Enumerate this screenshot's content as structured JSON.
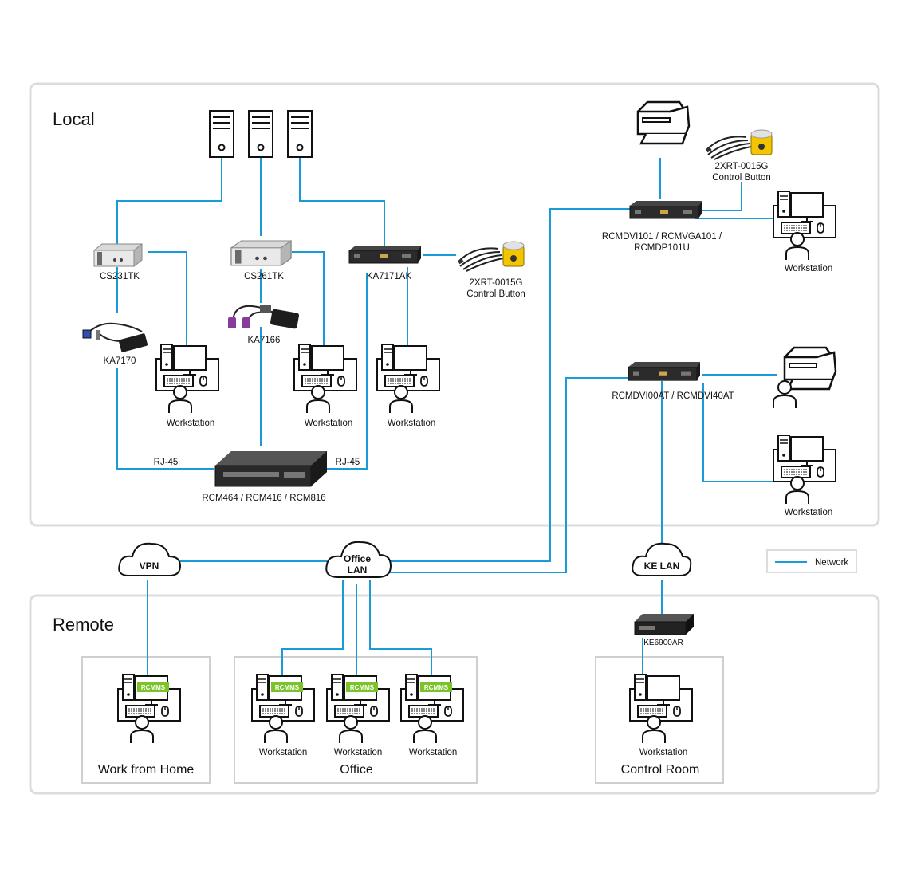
{
  "colors": {
    "network": "#1a9bd7",
    "panel_border": "#dcdcdc",
    "badge": "#7cc22a",
    "device_dark": "#2a2a2a",
    "device_silver": "#c8c8c8",
    "button_yellow": "#f2c500"
  },
  "sections": {
    "local": "Local",
    "remote": "Remote"
  },
  "devices": {
    "cs231tk": "CS231TK",
    "cs261tk": "CS261TK",
    "ka7171ak": "KA7171AK",
    "ka7170": "KA7170",
    "ka7166": "KA7166",
    "control_button_local": [
      "2XRT-0015G",
      "Control Button"
    ],
    "control_button_top": [
      "2XRT-0015G",
      "Control Button"
    ],
    "rcmdvi101": [
      "RCMDVI101 / RCMVGA101 /",
      "RCMDP101U"
    ],
    "rcmdvi00at": "RCMDVI00AT / RCMDVI40AT",
    "rcm464": "RCM464 / RCM416 / RCM816",
    "ke6900ar": "KE6900AR"
  },
  "links": {
    "rj45_left": "RJ-45",
    "rj45_right": "RJ-45"
  },
  "workstation_label": "Workstation",
  "clouds": {
    "vpn": "VPN",
    "office_lan": [
      "Office",
      "LAN"
    ],
    "ke_lan": "KE LAN"
  },
  "legend": {
    "network": "Network"
  },
  "remote_areas": {
    "home": "Work from Home",
    "office": "Office",
    "control_room": "Control Room"
  },
  "badge_text": "RCMMS"
}
